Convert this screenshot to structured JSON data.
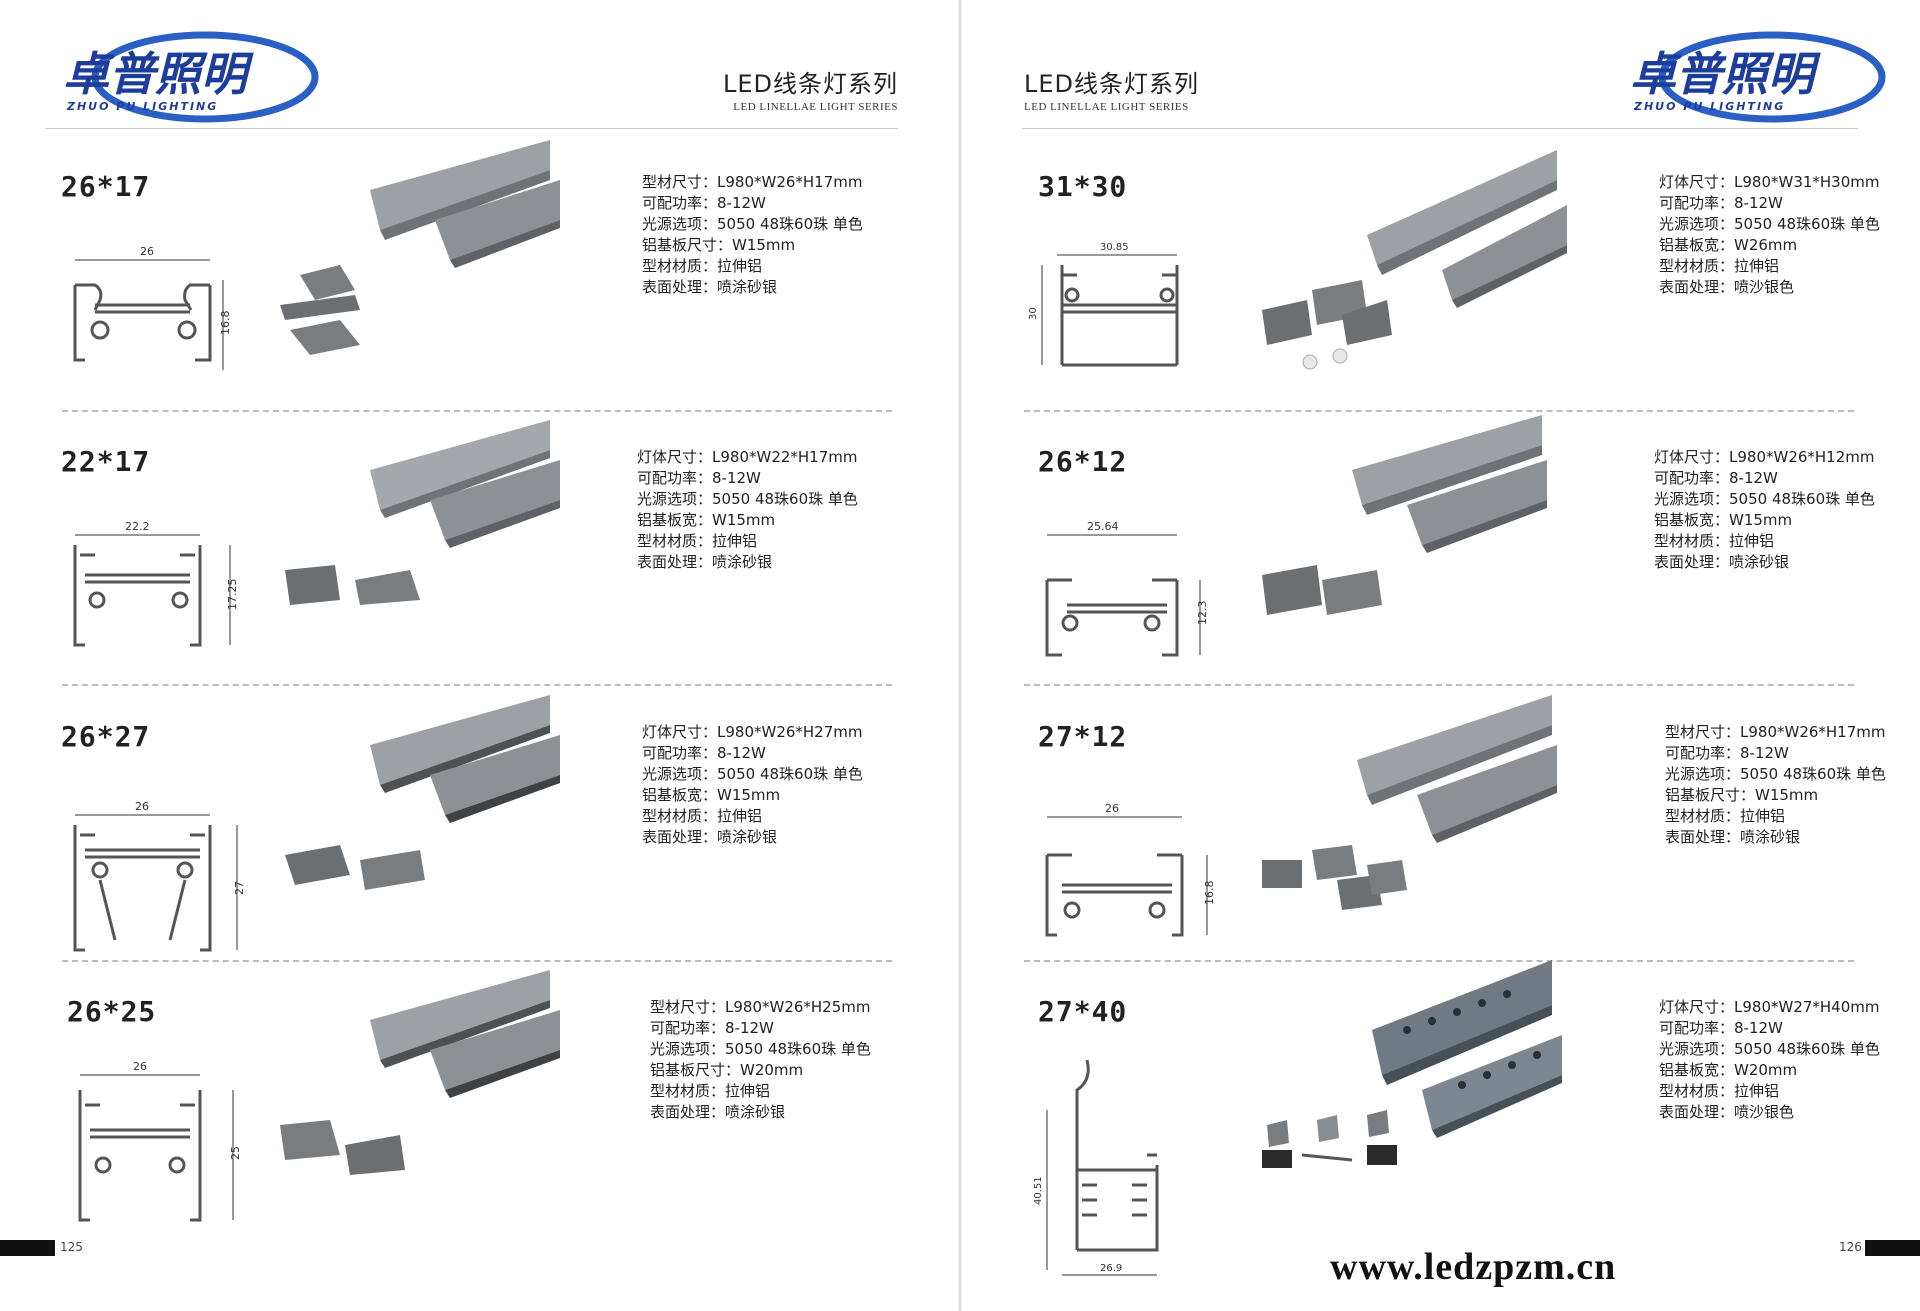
{
  "left_page": {
    "series_zh": "LED线条灯系列",
    "series_en": "LED LINELLAE LIGHT SERIES",
    "logo": {
      "zh": "卓普照明",
      "en": "ZHUO PU LIGHTING"
    },
    "page_number": "125",
    "sections": [
      {
        "title": "26*17",
        "dim_w": "26",
        "dim_h": "16.8",
        "specs": [
          "型材尺寸：L980*W26*H17mm",
          "可配功率：8-12W",
          "光源选项：5050 48珠60珠 单色",
          "铝基板尺寸：W15mm",
          "型材材质：拉伸铝",
          "表面处理：喷涂砂银"
        ]
      },
      {
        "title": "22*17",
        "dim_w": "22.2",
        "dim_h": "17.25",
        "specs": [
          "灯体尺寸：L980*W22*H17mm",
          "可配功率：8-12W",
          "光源选项：5050 48珠60珠 单色",
          "铝基板宽：W15mm",
          "型材材质：拉伸铝",
          "表面处理：喷涂砂银"
        ]
      },
      {
        "title": "26*27",
        "dim_w": "26",
        "dim_h": "27",
        "specs": [
          "灯体尺寸：L980*W26*H27mm",
          "可配功率：8-12W",
          "光源选项：5050 48珠60珠 单色",
          "铝基板宽：W15mm",
          "型材材质：拉伸铝",
          "表面处理：喷涂砂银"
        ]
      },
      {
        "title": "26*25",
        "dim_w": "26",
        "dim_h": "25",
        "specs": [
          "型材尺寸：L980*W26*H25mm",
          "可配功率：8-12W",
          "光源选项：5050 48珠60珠 单色",
          "铝基板尺寸：W20mm",
          "型材材质：拉伸铝",
          "表面处理：喷涂砂银"
        ]
      }
    ]
  },
  "right_page": {
    "series_zh": "LED线条灯系列",
    "series_en": "LED LINELLAE LIGHT SERIES",
    "logo": {
      "zh": "卓普照明",
      "en": "ZHUO PU LIGHTING"
    },
    "page_number": "126",
    "url": "www.ledzpzm.cn",
    "sections": [
      {
        "title": "31*30",
        "dim_w": "30.85",
        "dim_h": "30",
        "specs": [
          "灯体尺寸：L980*W31*H30mm",
          "可配功率：8-12W",
          "光源选项：5050 48珠60珠 单色",
          "铝基板宽：W26mm",
          "型材材质：拉伸铝",
          "表面处理：喷沙银色"
        ]
      },
      {
        "title": "26*12",
        "dim_w": "25.64",
        "dim_h": "12.3",
        "specs": [
          "灯体尺寸：L980*W26*H12mm",
          "可配功率：8-12W",
          "光源选项：5050 48珠60珠 单色",
          "铝基板宽：W15mm",
          "型材材质：拉伸铝",
          "表面处理：喷涂砂银"
        ]
      },
      {
        "title": "27*12",
        "dim_w": "26",
        "dim_h": "16.8",
        "specs": [
          "型材尺寸：L980*W26*H17mm",
          "可配功率：8-12W",
          "光源选项：5050 48珠60珠 单色",
          "铝基板尺寸：W15mm",
          "型材材质：拉伸铝",
          "表面处理：喷涂砂银"
        ]
      },
      {
        "title": "27*40",
        "dim_w": "26.9",
        "dim_h": "40.51",
        "specs": [
          "灯体尺寸：L980*W27*H40mm",
          "可配功率：8-12W",
          "光源选项：5050 48珠60珠 单色",
          "铝基板宽：W20mm",
          "型材材质：拉伸铝",
          "表面处理：喷沙银色"
        ]
      }
    ]
  },
  "colors": {
    "logo_blue": "#1c3d9c",
    "logo_orbit": "#2a5fc4",
    "profile_gray": "#6d6d6d",
    "product_gray": "#8c8f93"
  }
}
